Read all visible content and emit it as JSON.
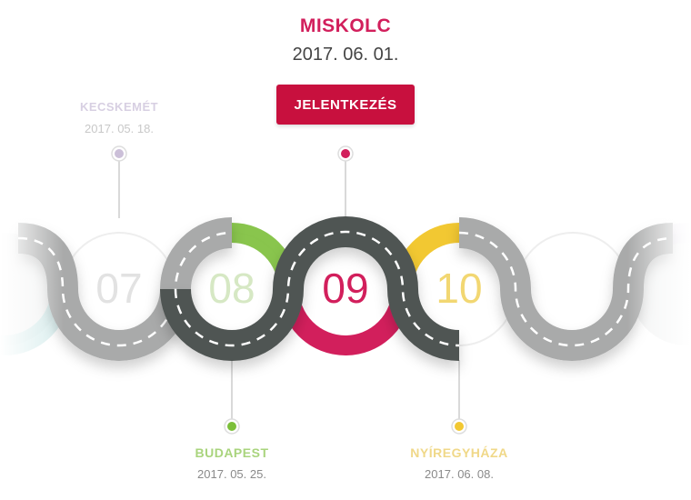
{
  "current": {
    "city": "MISKOLC",
    "date": "2017. 06. 01.",
    "button_label": "JELENTKEZÉS"
  },
  "stops": [
    {
      "number": "07",
      "city": "KECSKEMÉT",
      "date": "2017. 05. 18.",
      "color": "#b9a5cf",
      "state": "past"
    },
    {
      "number": "08",
      "city": "BUDAPEST",
      "date": "2017. 05. 25.",
      "color": "#7cbf3a",
      "state": "past"
    },
    {
      "number": "09",
      "city": "MISKOLC",
      "date": "2017. 06. 01.",
      "color": "#d21f5c",
      "state": "active"
    },
    {
      "number": "10",
      "city": "NYÍREGYHÁZA",
      "date": "2017. 06. 08.",
      "color": "#f2c832",
      "state": "upcoming"
    }
  ],
  "colors": {
    "accent": "#d21f5c",
    "button": "#c8103e",
    "road_active": "#505553",
    "road_faded": "#a9aaaa",
    "fade_teal": "#7fc9c9"
  }
}
